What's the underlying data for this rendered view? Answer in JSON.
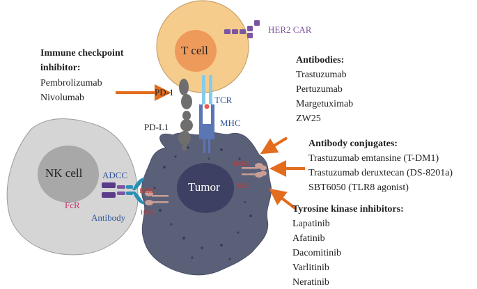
{
  "colors": {
    "t_cell_body": "#f6cc8c",
    "t_cell_nucleus": "#ee9a5b",
    "nk_cell_body": "#d5d5d5",
    "nk_cell_nucleus": "#a8a8a8",
    "tumor_body": "#5b6079",
    "tumor_nucleus": "#3e4063",
    "arrow": "#e36c1d",
    "tcr": "#88cbe8",
    "mhc": "#5b76b5",
    "checkpoint": "#6e6e6e",
    "her_receptor": "#c99e95",
    "car": "#7a56a2",
    "antibody": "#2a8fb4"
  },
  "cells": {
    "t_cell": "T cell",
    "nk_cell": "NK cell",
    "tumor": "Tumor"
  },
  "molecules": {
    "her2_car": "HER2 CAR",
    "pd1": "PD-1",
    "pdl1": "PD-L1",
    "tcr": "TCR",
    "mhc": "MHC",
    "adcc": "ADCC",
    "fcr": "FcR",
    "antibody": "Antibody",
    "her2_left": "HER2",
    "her3_left": "HER3",
    "her2_right": "HER2",
    "her3_right": "HER3"
  },
  "panels": {
    "checkpoint": {
      "title_line1": "Immune checkpoint",
      "title_line2": "inhibitor:",
      "items": [
        "Pembrolizumab",
        "Nivolumab"
      ]
    },
    "antibodies": {
      "title": "Antibodies:",
      "items": [
        "Trastuzumab",
        "Pertuzumab",
        "Margetuximab",
        "ZW25"
      ]
    },
    "conjugates": {
      "title": "Antibody conjugates:",
      "items": [
        "Trastuzumab emtansine (T-DM1)",
        "Trastuzumab deruxtecan (DS-8201a)",
        "SBT6050 (TLR8 agonist)"
      ]
    },
    "tki": {
      "title": "Tyrosine kinase inhibitors:",
      "items": [
        "Lapatinib",
        "Afatinib",
        "Dacomitinib",
        "Varlitinib",
        "Neratinib"
      ]
    }
  }
}
